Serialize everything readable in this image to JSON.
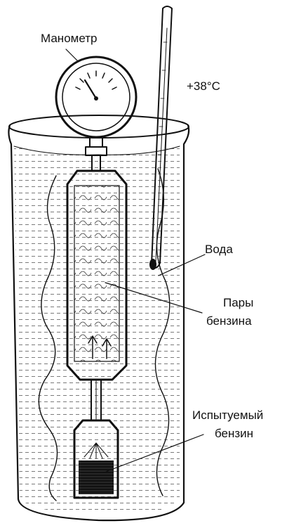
{
  "labels": {
    "manometer": "Манометр",
    "temperature": "+38°С",
    "water": "Вода",
    "vapor_line1": "Пары",
    "vapor_line2": "бензина",
    "sample_line1": "Испытуемый",
    "sample_line2": "бензин"
  },
  "colors": {
    "ink": "#111111",
    "background": "#ffffff"
  }
}
